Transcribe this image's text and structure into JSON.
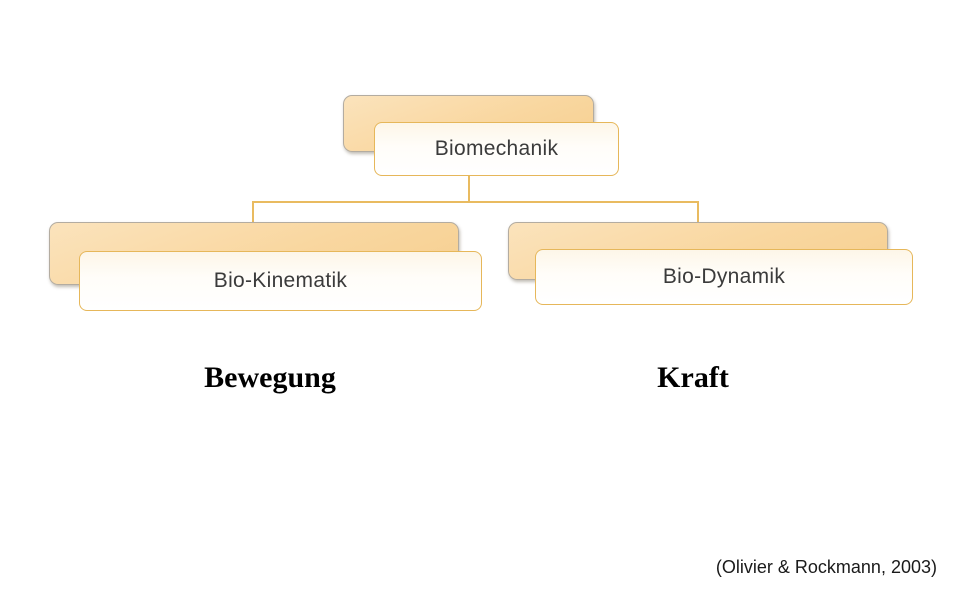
{
  "diagram": {
    "type": "hierarchy",
    "nodes": {
      "root": {
        "label": "Biomechanik"
      },
      "left": {
        "label": "Bio-Kinematik"
      },
      "right": {
        "label": "Bio-Dynamik"
      }
    },
    "category_labels": {
      "left": "Bewegung",
      "right": "Kraft"
    },
    "citation": "(Olivier & Rockmann, 2003)"
  },
  "colors": {
    "back_fill": "#f9d7a0",
    "back_fill_light": "#fbe3bc",
    "back_border": "#b3aca1",
    "accent_border": "#e6b75a",
    "connector": "#e9bb60",
    "node_text": "#3b3b3b",
    "label_text": "#000000",
    "citation_text": "#1a1a1a",
    "background": "#ffffff"
  }
}
